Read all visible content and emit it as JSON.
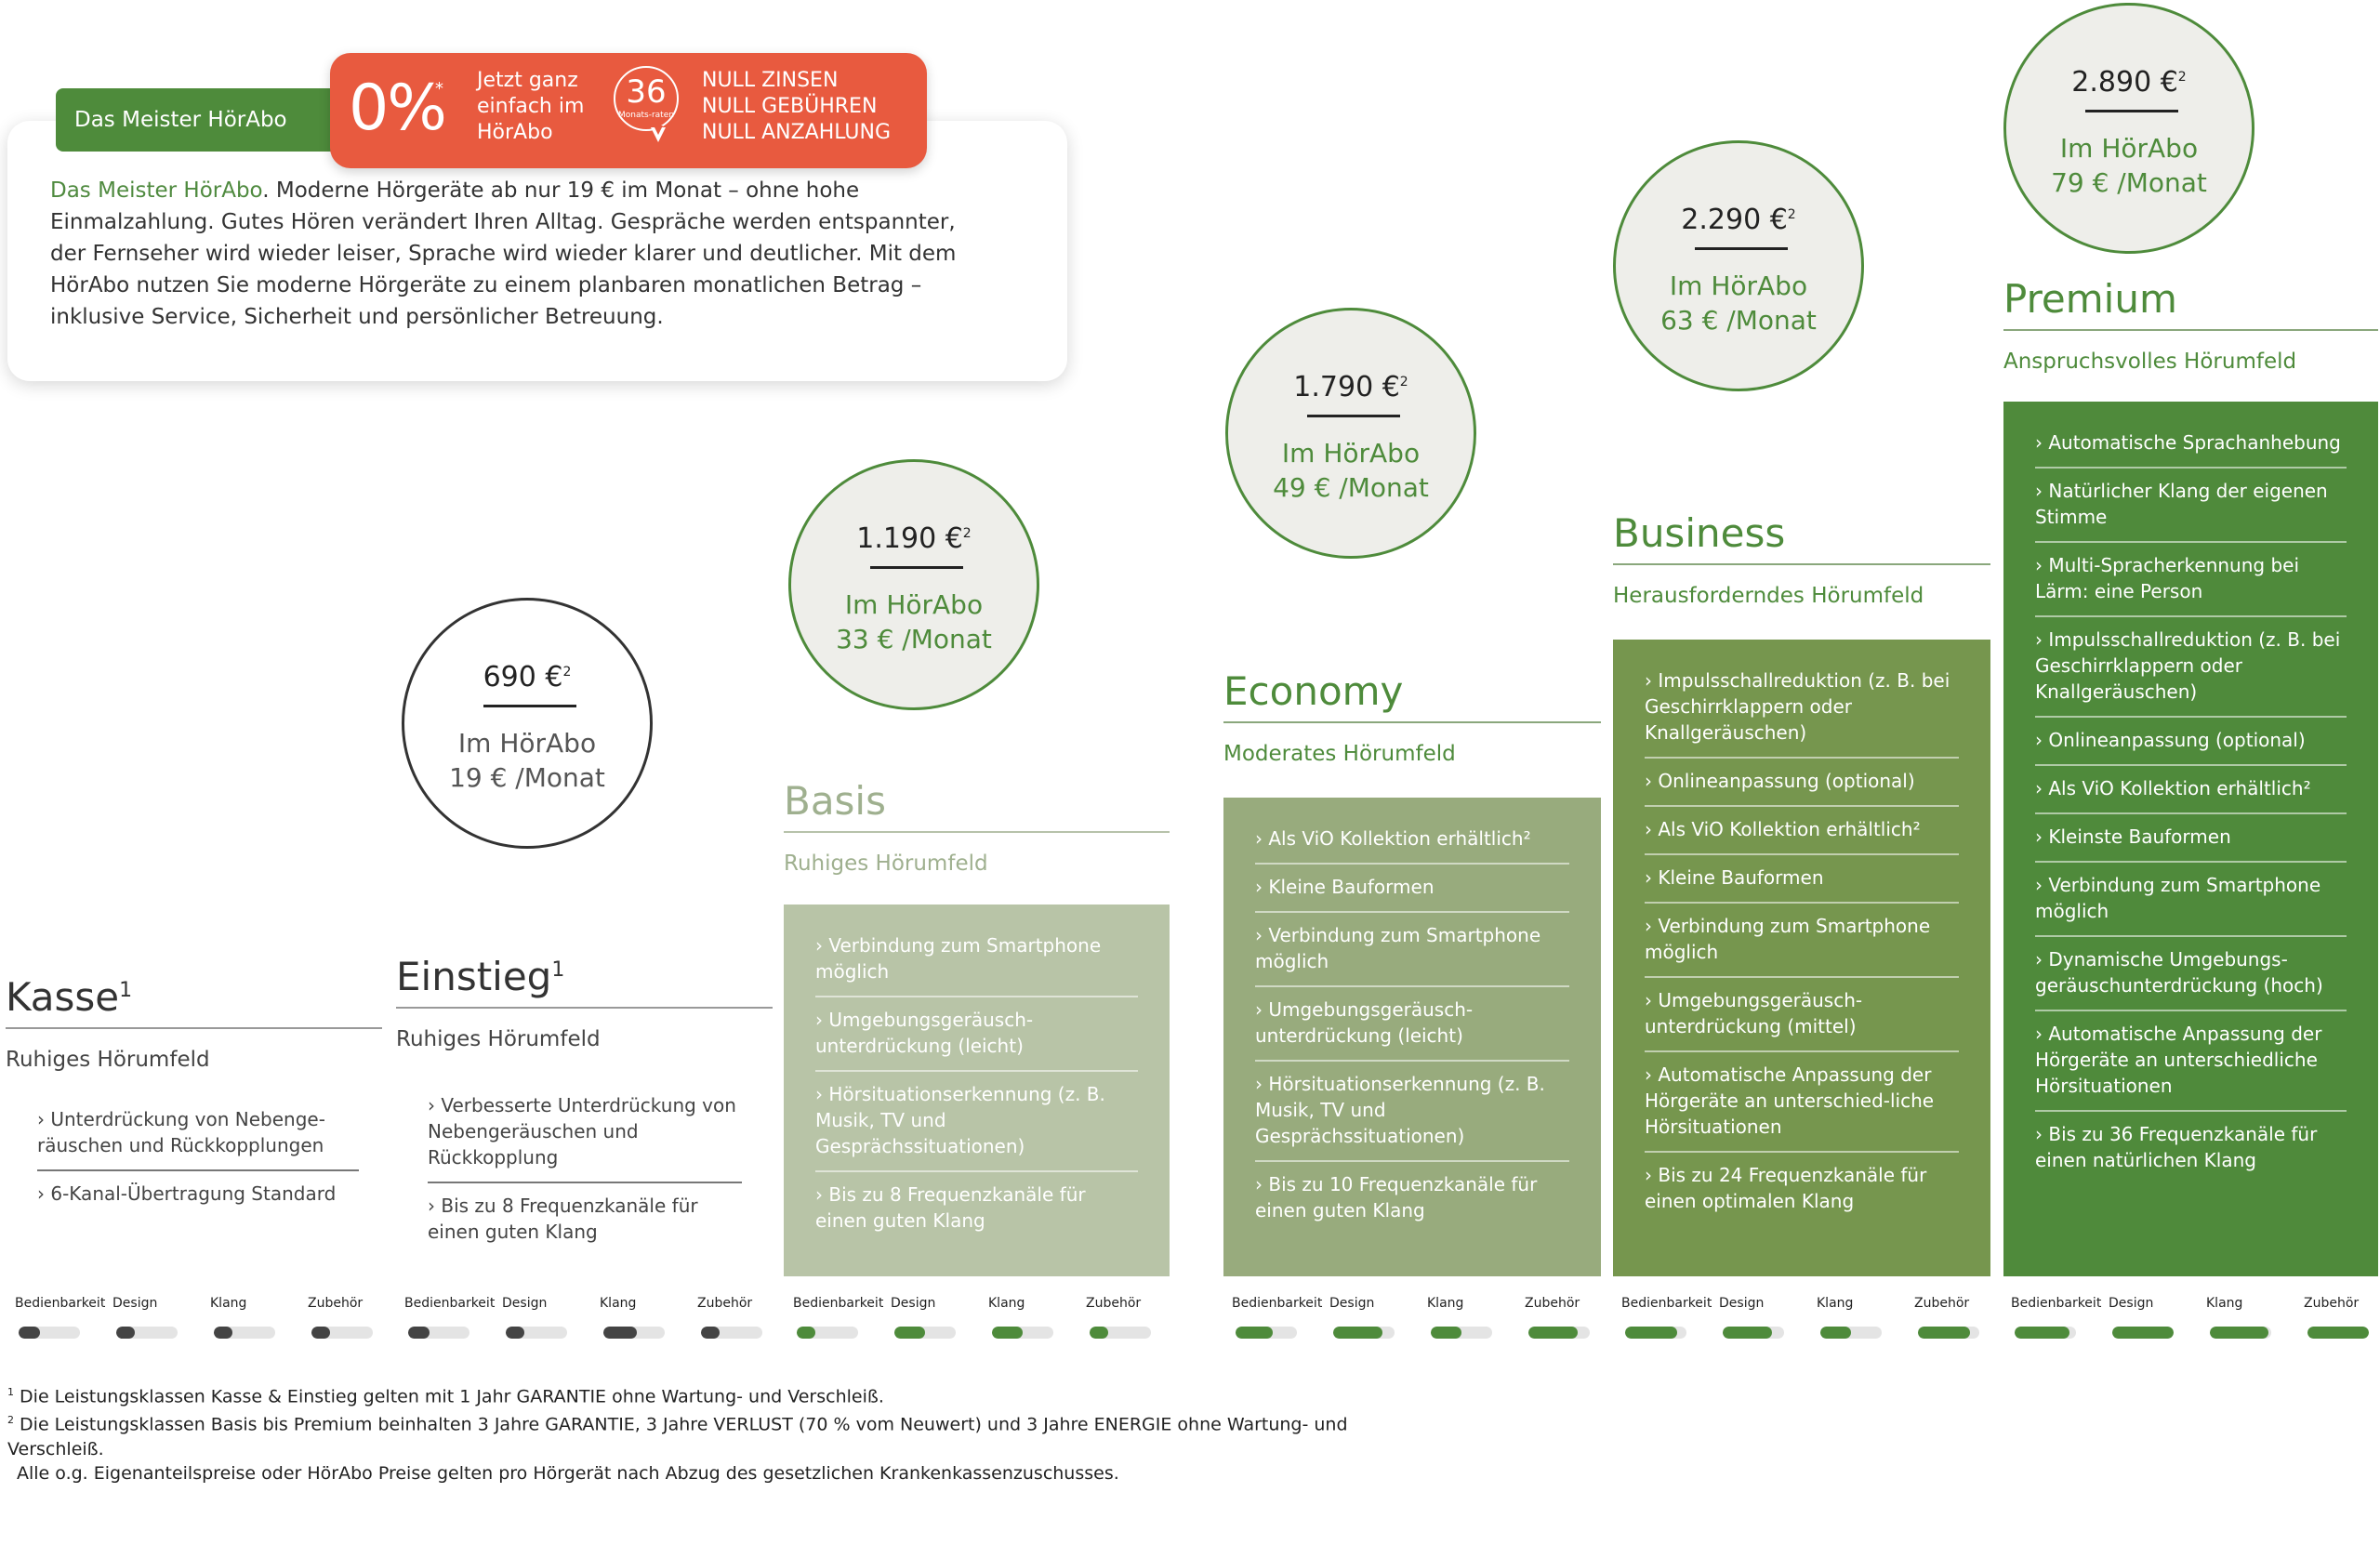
{
  "intro": {
    "tab_label": "Das Meister HörAbo",
    "text_highlight": "Das Meister HörAbo",
    "text_body": ". Moderne Hörgeräte ab nur 19 € im Monat – ohne hohe Einmalzahlung. Gutes Hören verändert Ihren Alltag. Gespräche werden entspannter, der Fernseher wird wieder leiser, Sprache wird wieder klarer und deutlicher. Mit dem HörAbo nutzen Sie moderne Hörgeräte zu einem planbaren monatlichen Betrag – inklusive Service, Sicherheit und persönlicher Betreuung.",
    "promo": {
      "rate": "0%",
      "asterisk": "*",
      "text_lines": [
        "Jetzt ganz",
        "einfach im",
        "HörAbo"
      ],
      "badge_number": "36",
      "badge_caption": "Monats-raten",
      "null_lines": [
        "NULL ZINSEN",
        "NULL GEBÜHREN",
        "NULL ANZAHLUNG"
      ]
    }
  },
  "products": [
    {
      "title": "Kasse",
      "title_sup": "1",
      "subtitle": "Ruhiges Hörumfeld",
      "price": "690 €",
      "price_sup": "2",
      "abo": "Im HörAbo",
      "monthly": "19 € /Monat",
      "features": [
        "› Unterdrückung von Nebenge-räuschen und Rückkopplungen",
        "› 6-Kanal-Übertragung Standard"
      ],
      "ratings": [
        0.35,
        0.3,
        0.3,
        0.3
      ]
    },
    {
      "title": "Einstieg",
      "title_sup": "1",
      "subtitle": "Ruhiges Hörumfeld",
      "price": "",
      "price_sup": "",
      "abo": "",
      "monthly": "",
      "features": [
        "› Verbesserte Unterdrückung von Nebengeräuschen und Rückkopplung",
        "› Bis zu 8 Frequenzkanäle für einen guten Klang"
      ],
      "ratings": [
        0.35,
        0.3,
        0.55,
        0.3
      ]
    },
    {
      "title": "Basis",
      "title_sup": "",
      "subtitle": "Ruhiges Hörumfeld",
      "price": "1.190 €",
      "price_sup": "2",
      "abo": "Im HörAbo",
      "monthly": "33 € /Monat",
      "features": [
        "› Verbindung zum Smartphone möglich",
        "› Umgebungsgeräusch-unterdrückung (leicht)",
        "› Hörsituationserkennung (z. B. Musik, TV und Gesprächssituationen)",
        "› Bis zu 8 Frequenzkanäle für einen guten Klang"
      ],
      "ratings": [
        0.3,
        0.5,
        0.5,
        0.3
      ]
    },
    {
      "title": "Economy",
      "title_sup": "",
      "subtitle": "Moderates Hörumfeld",
      "price": "1.790 €",
      "price_sup": "2",
      "abo": "Im HörAbo",
      "monthly": "49 € /Monat",
      "features": [
        "› Als ViO Kollektion erhältlich²",
        "› Kleine Bauformen",
        "› Verbindung zum Smartphone möglich",
        "› Umgebungsgeräusch-unterdrückung (leicht)",
        "› Hörsituationserkennung (z. B. Musik, TV und Gesprächssituationen)",
        "› Bis zu 10 Frequenzkanäle für einen guten Klang"
      ],
      "ratings": [
        0.6,
        0.8,
        0.5,
        0.8
      ]
    },
    {
      "title": "Business",
      "title_sup": "",
      "subtitle": "Herausforderndes Hörumfeld",
      "price": "2.290 €",
      "price_sup": "2",
      "abo": "Im HörAbo",
      "monthly": "63 € /Monat",
      "features": [
        "› Impulsschallreduktion (z. B. bei Geschirrklappern oder Knallgeräuschen)",
        "› Onlineanpassung (optional)",
        "› Als ViO Kollektion erhältlich²",
        "› Kleine Bauformen",
        "› Verbindung zum Smartphone möglich",
        "› Umgebungsgeräusch-unterdrückung (mittel)",
        "› Automatische Anpassung der Hörgeräte an unterschied-liche Hörsituationen",
        "› Bis zu 24 Frequenzkanäle für einen optimalen Klang"
      ],
      "ratings": [
        0.85,
        0.8,
        0.5,
        0.85
      ]
    },
    {
      "title": "Premium",
      "title_sup": "",
      "subtitle": "Anspruchsvolles Hörumfeld",
      "price": "2.890 €",
      "price_sup": "2",
      "abo": "Im HörAbo",
      "monthly": "79 € /Monat",
      "features": [
        "› Automatische Sprachanhebung",
        "› Natürlicher Klang der eigenen Stimme",
        "› Multi-Spracherkennung bei Lärm: eine Person",
        "› Impulsschallreduktion (z. B. bei Geschirrklappern oder Knallgeräuschen)",
        "› Onlineanpassung (optional)",
        "› Als ViO Kollektion erhältlich²",
        "› Kleinste Bauformen",
        "› Verbindung zum Smartphone möglich",
        "› Dynamische Umgebungs-geräuschunterdrückung (hoch)",
        "› Automatische Anpassung der Hörgeräte an unterschiedliche Hörsituationen",
        "› Bis zu 36 Frequenzkanäle für einen natürlichen Klang"
      ],
      "ratings": [
        0.9,
        1.0,
        0.95,
        1.0
      ]
    }
  ],
  "einstieg_price": {
    "price": "",
    "abo": "",
    "monthly": ""
  },
  "rating_labels": [
    "Bedienbarkeit",
    "Design",
    "Klang",
    "Zubehör"
  ],
  "colors": {
    "green": "#4e8b3b",
    "dark_bar": "#444444",
    "orange": "#e85a3f"
  },
  "footnotes": {
    "f1_sup": "1",
    "f1": " Die Leistungsklassen Kasse & Einstieg gelten mit 1 Jahr GARANTIE ohne Wartung- und Verschleiß.",
    "f2_sup": "2",
    "f2": " Die Leistungsklassen Basis bis Premium beinhalten 3 Jahre GARANTIE, 3 Jahre VERLUST (70 % vom Neuwert) und 3 Jahre ENERGIE ohne Wartung- und Verschleiß.",
    "f3": "Alle o.g. Eigenanteilspreise oder HörAbo Preise gelten pro Hörgerät nach Abzug des gesetzlichen Krankenkassenzuschusses."
  }
}
